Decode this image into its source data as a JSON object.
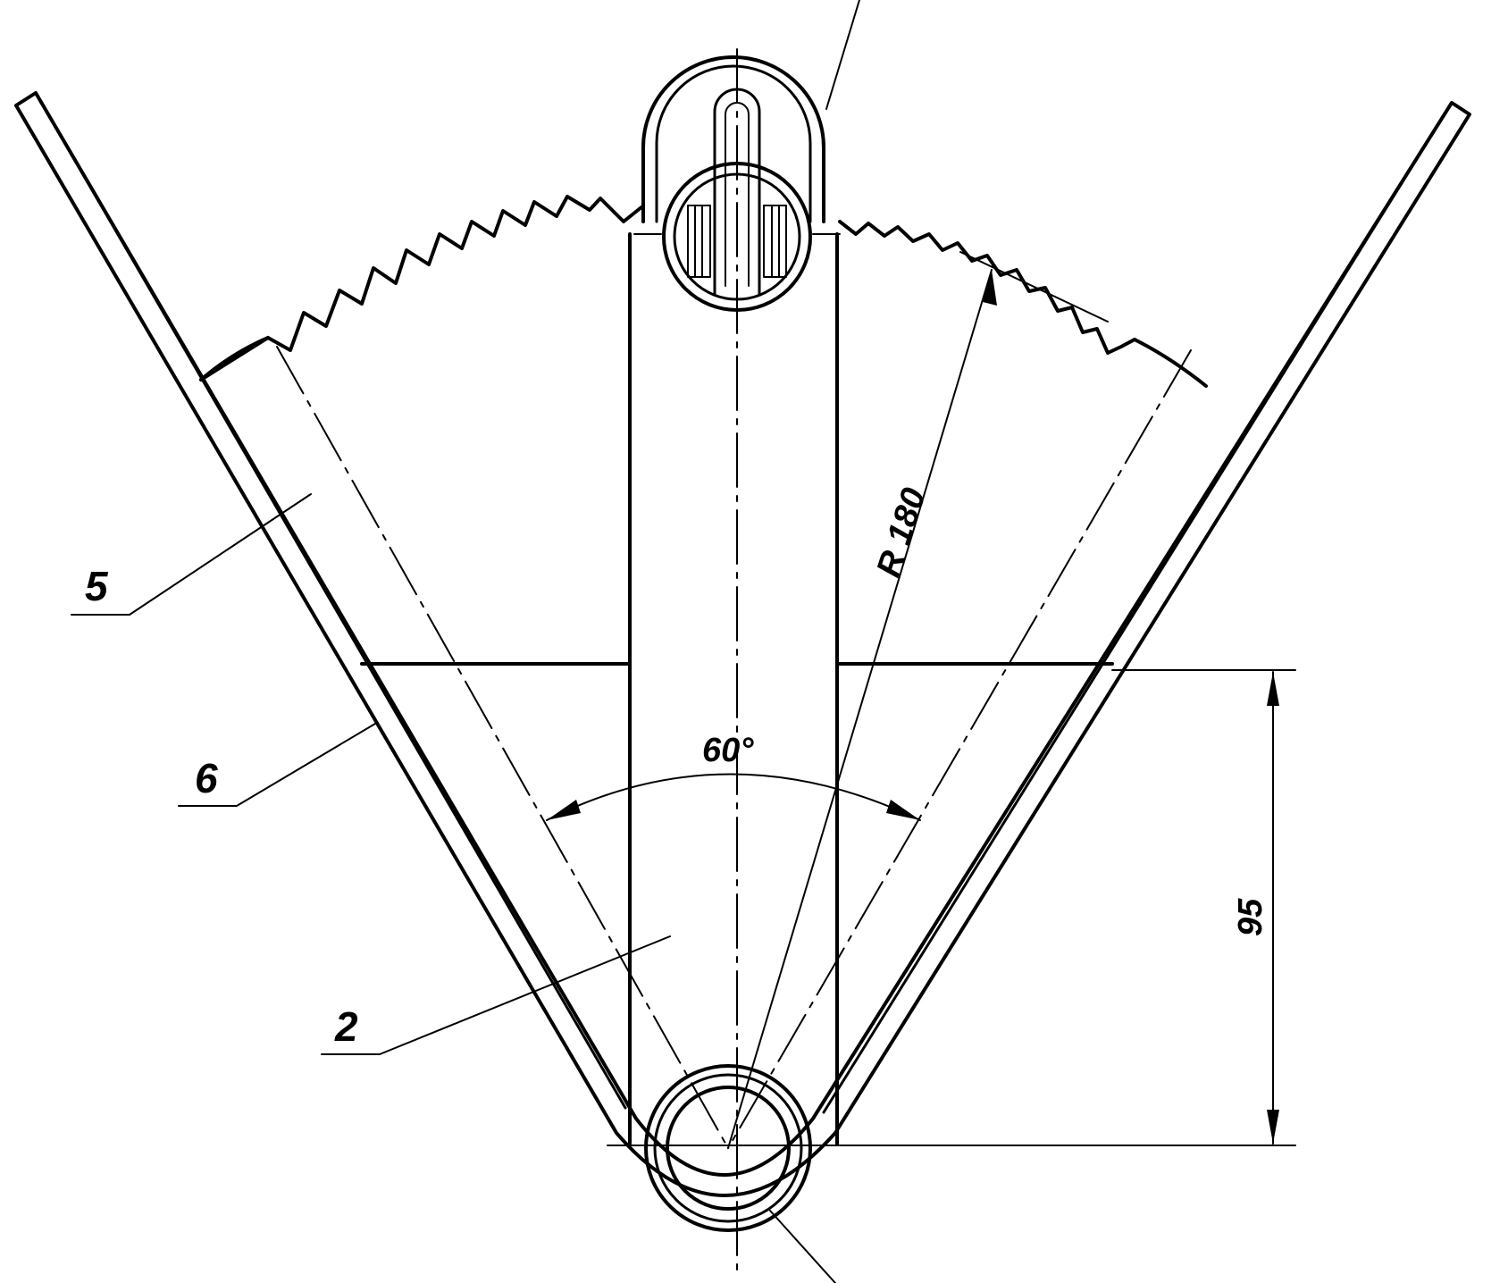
{
  "labels": {
    "part_5": "5",
    "part_6": "6",
    "part_2": "2",
    "radius": "R 180",
    "angle": "60°",
    "height": "95"
  },
  "colors": {
    "line": "#000000",
    "background": "#ffffff"
  }
}
